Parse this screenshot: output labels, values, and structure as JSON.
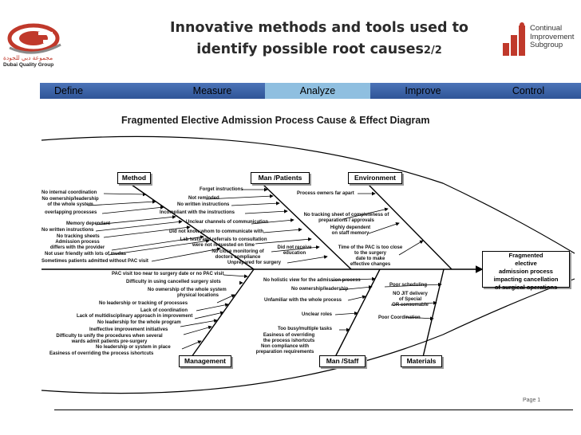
{
  "header": {
    "title_line1": "Innovative methods and tools used to",
    "title_line2": "identify possible root causes",
    "title_suffix": "2/2",
    "left_logo_arabic": "مجموعة دبي للجودة",
    "left_logo_name": "Dubai Quality Group",
    "right_logo_lines": [
      "Continual",
      "Improvement",
      "Subgroup"
    ]
  },
  "nav": {
    "items": [
      "Define",
      "Measure",
      "Analyze",
      "Improve",
      "Control"
    ],
    "active": "Analyze"
  },
  "diagram": {
    "title": "Fragmented Elective Admission Process Cause & Effect Diagram",
    "effect": [
      "Fragmented",
      "elective",
      "admission process",
      "impacting cancellation",
      "of surgical  operations"
    ],
    "categories": {
      "method": "Method",
      "man_patients": "Man /Patients",
      "environment": "Environment",
      "management": "Management",
      "man_staff": "Man /Staff",
      "materials": "Materials"
    },
    "causes": {
      "method": [
        "No internal coordination",
        "No ownership/leadership\nof the whole system",
        "overlapping  processes",
        "Memory dependant",
        "No written instructions",
        "No tracking  sheets",
        "Admission process\ndiffers with the provider",
        "Not user friendly with lots of mudas",
        "Sometimes patients admitted without PAC visit"
      ],
      "man_patients": [
        "Forget instructions",
        "Not reminded",
        "No written instructions",
        "Incompliant with the instructions",
        "Unclear channels of communication",
        "Did not know whom to communicate with",
        "Lab tests and referrals to consultation\nwere not requested on time",
        "No close monitoring of\ndoctors compliance",
        "Unprepared for surgery",
        "Did not receive\neducation"
      ],
      "environment": [
        "Process owners far apart",
        "No tracking sheet of completeness of\npreparations / approvals",
        "Highly dependent\non staff memory",
        "Time of the PAC is too close\nto the surgery\ndate to make\neffective changes"
      ],
      "management": [
        "PAC visit too near to surgery date or no PAC visit",
        "Difficulty in using cancelled surgery  slots",
        "No ownership of the whole system",
        "physical locations",
        "No leadership or tracking of processes",
        "Lack of coordination",
        "Lack of multidisciplinary approach in improvement",
        "No leadership for the whole program",
        "Ineffective improvement  initiatives",
        "Difficulty to unify the procedures when several\nwards admit patients pre-surgery",
        "No leadership or system in place",
        "Easiness of overriding the process ishortcuts"
      ],
      "man_staff": [
        "No holistic view for the admission process",
        "No ownership/leadership",
        "Unfamiliar with the whole process",
        "Unclear roles",
        "Too busy/multiple tasks",
        "Easiness of overriding\nthe process ishortcuts",
        "Non compliance with\npreparation requirements"
      ],
      "materials": [
        "Poor scheduling",
        "NO JIT delivery\nof Special\nOR consumable",
        "Poor Coordination"
      ]
    }
  },
  "footer": {
    "page_label": "Page 1"
  },
  "colors": {
    "nav_bar": "#2f5597",
    "nav_active": "#8fbfe0",
    "logo_red": "#c0392b"
  }
}
